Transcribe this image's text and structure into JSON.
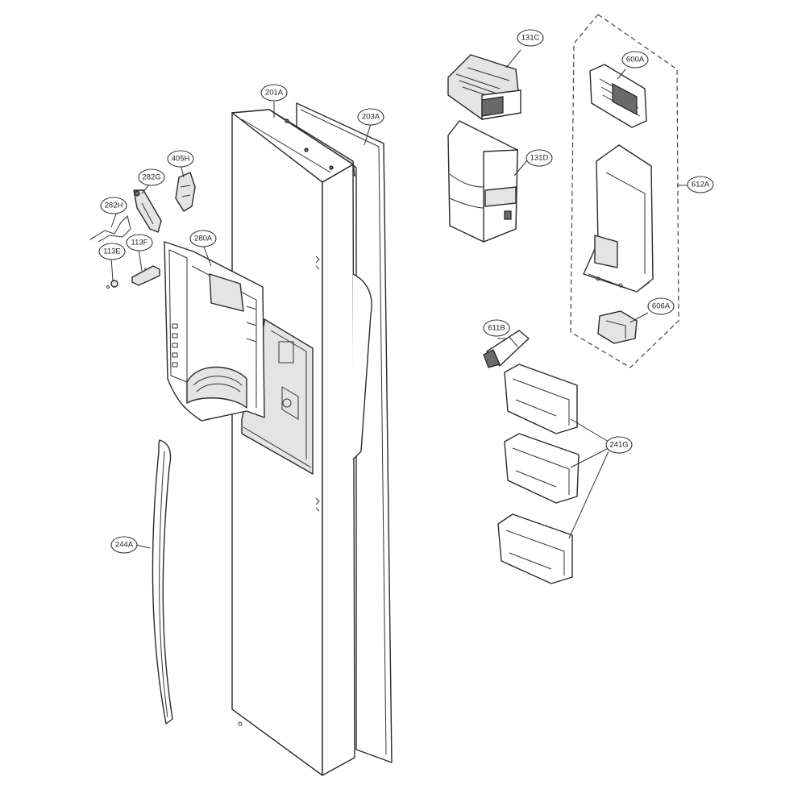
{
  "callouts": {
    "c131C": "131C",
    "c131D": "131D",
    "c600A": "600A",
    "c612A": "612A",
    "c606A": "606A",
    "c611B": "611B",
    "c241G": "241G",
    "c201A": "201A",
    "c203A": "203A",
    "c405H": "405H",
    "c282G": "282G",
    "c282H": "282H",
    "c280A": "280A",
    "c113F": "113F",
    "c113E": "113E",
    "c244A": "244A"
  }
}
